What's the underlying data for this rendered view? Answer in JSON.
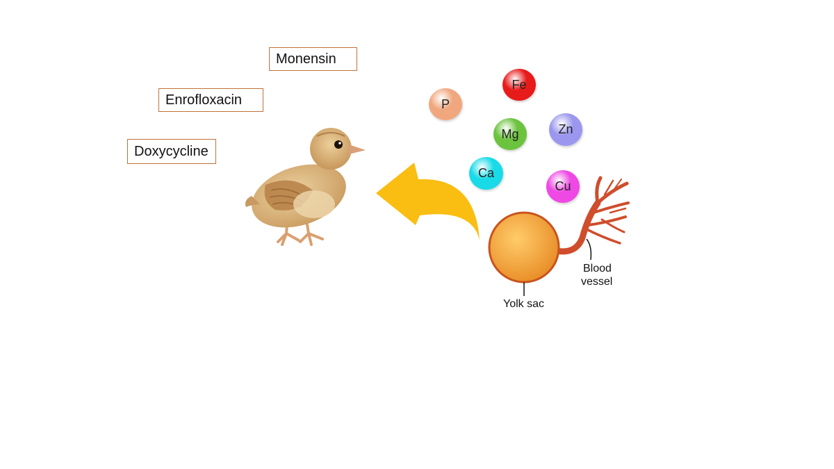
{
  "drugs": [
    "Monensin",
    "Enrofloxacin",
    "Doxycycline"
  ],
  "minerals": [
    {
      "symbol": "P",
      "color": "#f0a77e"
    },
    {
      "symbol": "Fe",
      "color": "#e81b1b"
    },
    {
      "symbol": "Mg",
      "color": "#6cc33e"
    },
    {
      "symbol": "Zn",
      "color": "#9c97ee"
    },
    {
      "symbol": "Ca",
      "color": "#18dbe7"
    },
    {
      "symbol": "Cu",
      "color": "#ee49e4"
    }
  ],
  "yolk": {
    "sac_label": "Yolk sac",
    "vessel_label_line1": "Blood",
    "vessel_label_line2": "vessel",
    "sac_color": "#f2a43c",
    "vessel_color": "#d04a2a"
  },
  "arrow_color": "#f9be11",
  "chick_color": "#d9b27a"
}
